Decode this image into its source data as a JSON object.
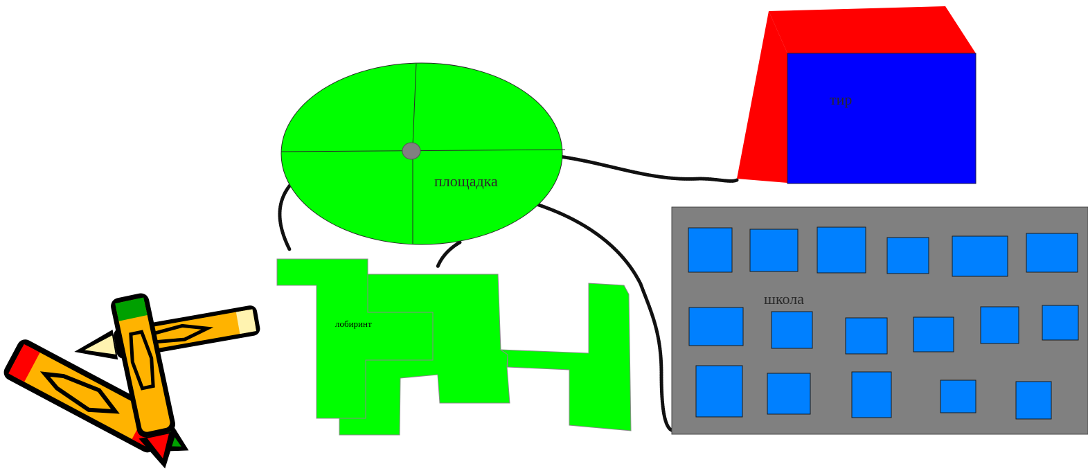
{
  "labels": {
    "playground": "площадка",
    "gym": "тир",
    "maze": "лобиринт",
    "school": "школа"
  },
  "icons": {
    "clipart": "crayons-icon"
  },
  "colors": {
    "playground": "#00ff00",
    "maze": "#00ff00",
    "gym_roof": "#ff0000",
    "gym_wall": "#0000ff",
    "school_wall": "#808080",
    "school_window": "#0080ff",
    "path": "#111111",
    "crayon_body": "#ffb300",
    "crayon_red": "#ff0000",
    "crayon_green": "#00a000"
  },
  "school": {
    "window_count": 17
  }
}
